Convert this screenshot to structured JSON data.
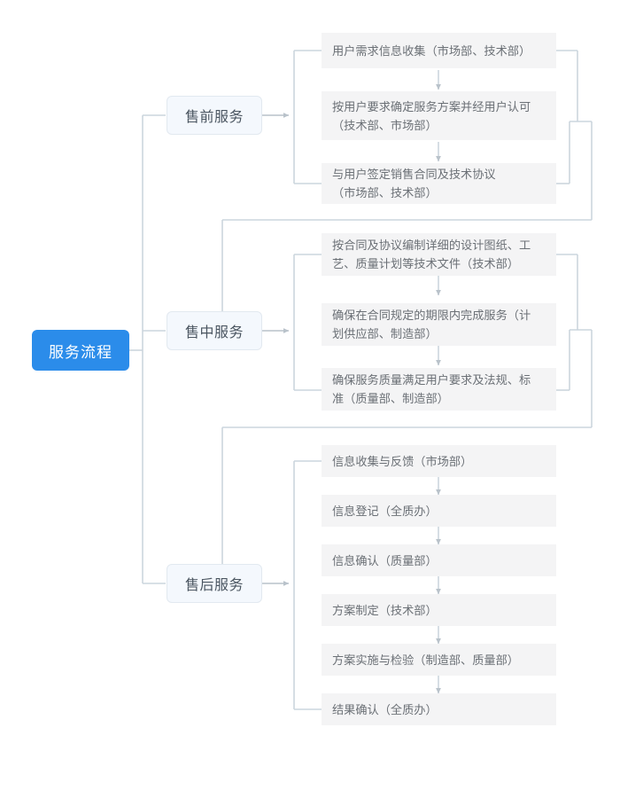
{
  "diagram": {
    "title": "服务流程",
    "root": {
      "label": "服务流程"
    },
    "colors": {
      "root_fill": "#2b8cea",
      "root_text": "#ffffff",
      "stage_fill": "#f4f8fd",
      "stage_border": "#e2e9f0",
      "stage_text": "#4a5560",
      "leaf_fill": "#f4f4f5",
      "leaf_text": "#6b7076",
      "wire": "#ccd5dd",
      "arrow": "#b9c2ca",
      "background": "#ffffff"
    },
    "stages": [
      {
        "label": "售前服务",
        "steps": [
          {
            "lines": [
              "用户需求信息收集（市场部、技术部）"
            ]
          },
          {
            "lines": [
              "按用户要求确定服务方案并经用户认可",
              "（技术部、市场部）"
            ]
          },
          {
            "lines": [
              "与用户签定销售合同及技术协议",
              "（市场部、技术部）"
            ]
          }
        ]
      },
      {
        "label": "售中服务",
        "steps": [
          {
            "lines": [
              "按合同及协议编制详细的设计图纸、工",
              "艺、质量计划等技术文件（技术部）"
            ]
          },
          {
            "lines": [
              "确保在合同规定的期限内完成服务（计",
              "划供应部、制造部）"
            ]
          },
          {
            "lines": [
              "确保服务质量满足用户要求及法规、标",
              "准（质量部、制造部）"
            ]
          }
        ]
      },
      {
        "label": "售后服务",
        "steps": [
          {
            "lines": [
              "信息收集与反馈（市场部）"
            ]
          },
          {
            "lines": [
              "信息登记（全质办）"
            ]
          },
          {
            "lines": [
              "信息确认（质量部）"
            ]
          },
          {
            "lines": [
              "方案制定（技术部）"
            ]
          },
          {
            "lines": [
              "方案实施与检验（制造部、质量部）"
            ]
          },
          {
            "lines": [
              "结果确认（全质办）"
            ]
          }
        ]
      }
    ]
  }
}
